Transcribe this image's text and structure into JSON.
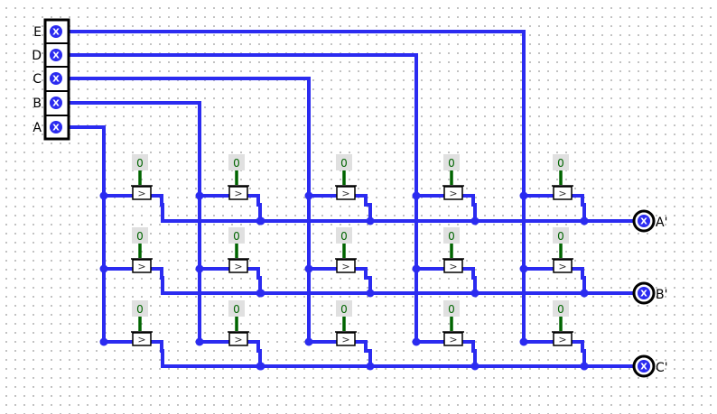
{
  "circuit": {
    "inputs": [
      {
        "label": "E",
        "pin": "X"
      },
      {
        "label": "D",
        "pin": "X"
      },
      {
        "label": "C",
        "pin": "X"
      },
      {
        "label": "B",
        "pin": "X"
      },
      {
        "label": "A",
        "pin": "X"
      }
    ],
    "outputs": [
      {
        "label": "A'",
        "pin": "X"
      },
      {
        "label": "B'",
        "pin": "X"
      },
      {
        "label": "C'",
        "pin": "X"
      }
    ],
    "gate_rows": [
      [
        "0",
        "0",
        "0",
        "0",
        "0"
      ],
      [
        "0",
        "0",
        "0",
        "0",
        "0"
      ],
      [
        "0",
        "0",
        "0",
        "0",
        "0"
      ]
    ],
    "buffer_symbol": ">",
    "colors": {
      "wire": "#2b2bf0",
      "const_wire": "#006400",
      "const_bg": "#e0e0e0",
      "pin_fill": "#2b2bf0"
    }
  }
}
